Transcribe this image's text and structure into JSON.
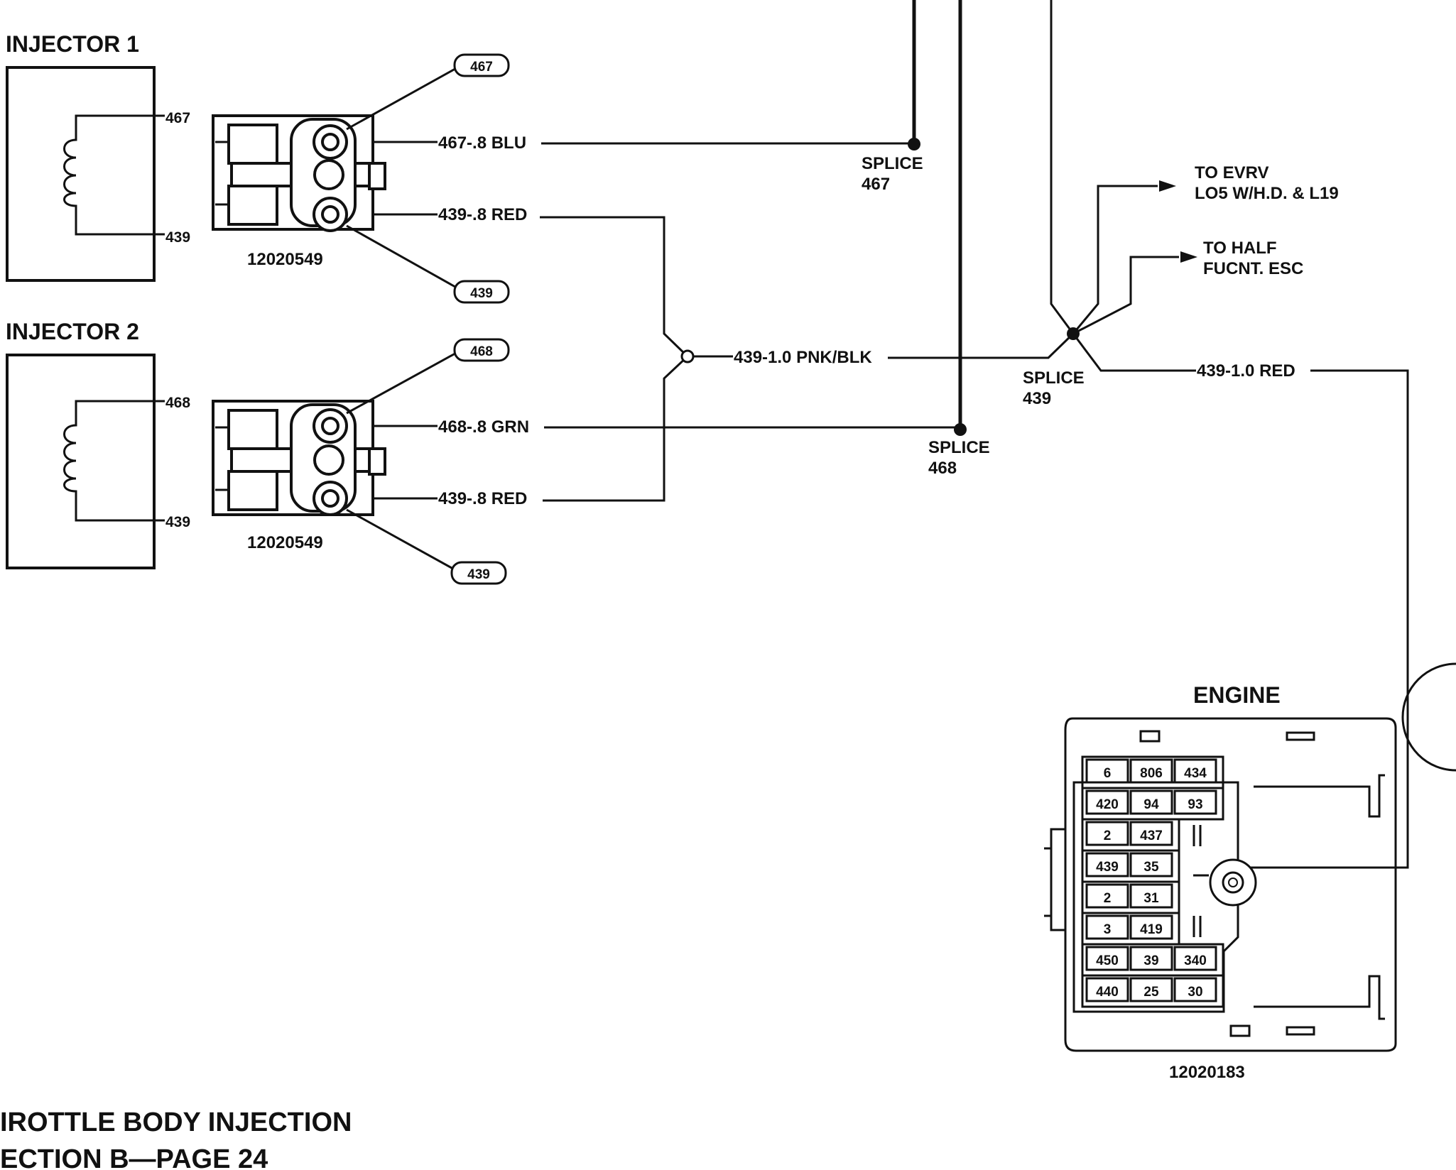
{
  "injector1": {
    "title": "INJECTOR 1",
    "pin_top": "467",
    "pin_bottom": "439",
    "part": "12020549",
    "tag_top": "467",
    "tag_bottom": "439"
  },
  "injector2": {
    "title": "INJECTOR 2",
    "pin_top": "468",
    "pin_bottom": "439",
    "part": "12020549",
    "tag_top": "468",
    "tag_bottom": "439"
  },
  "wires": {
    "w1": "467-.8 BLU",
    "w2": "439-.8 RED",
    "w3": "468-.8 GRN",
    "w4": "439-.8 RED",
    "w5": "439-1.0 PNK/BLK",
    "w6": "439-1.0 RED"
  },
  "splices": {
    "s467": {
      "name": "SPLICE",
      "num": "467"
    },
    "s468": {
      "name": "SPLICE",
      "num": "468"
    },
    "s439": {
      "name": "SPLICE",
      "num": "439"
    }
  },
  "destinations": {
    "evrv": {
      "line1": "TO EVRV",
      "line2": "LO5 W/H.D. & L19"
    },
    "half": {
      "line1": "TO HALF",
      "line2": "FUCNT. ESC"
    }
  },
  "engine": {
    "title": "ENGINE",
    "part": "12020183",
    "rows": [
      [
        "6",
        "806",
        "434"
      ],
      [
        "420",
        "94",
        "93"
      ],
      [
        "2",
        "437"
      ],
      [
        "439",
        "35"
      ],
      [
        "2",
        "31"
      ],
      [
        "3",
        "419"
      ],
      [
        "450",
        "39",
        "340"
      ],
      [
        "440",
        "25",
        "30"
      ]
    ]
  },
  "footer": {
    "line1": "IROTTLE BODY INJECTION",
    "line2": "ECTION B—PAGE 24"
  }
}
